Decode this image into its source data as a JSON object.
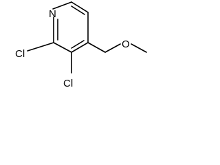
{
  "molecule": {
    "atoms": {
      "ring_nitrogen": "N",
      "chlorine_2": "Cl",
      "chlorine_3": "Cl",
      "ether_oxygen": "O"
    },
    "colors": {
      "bond": "#000000",
      "label": "#000000",
      "background": "#ffffff"
    }
  }
}
